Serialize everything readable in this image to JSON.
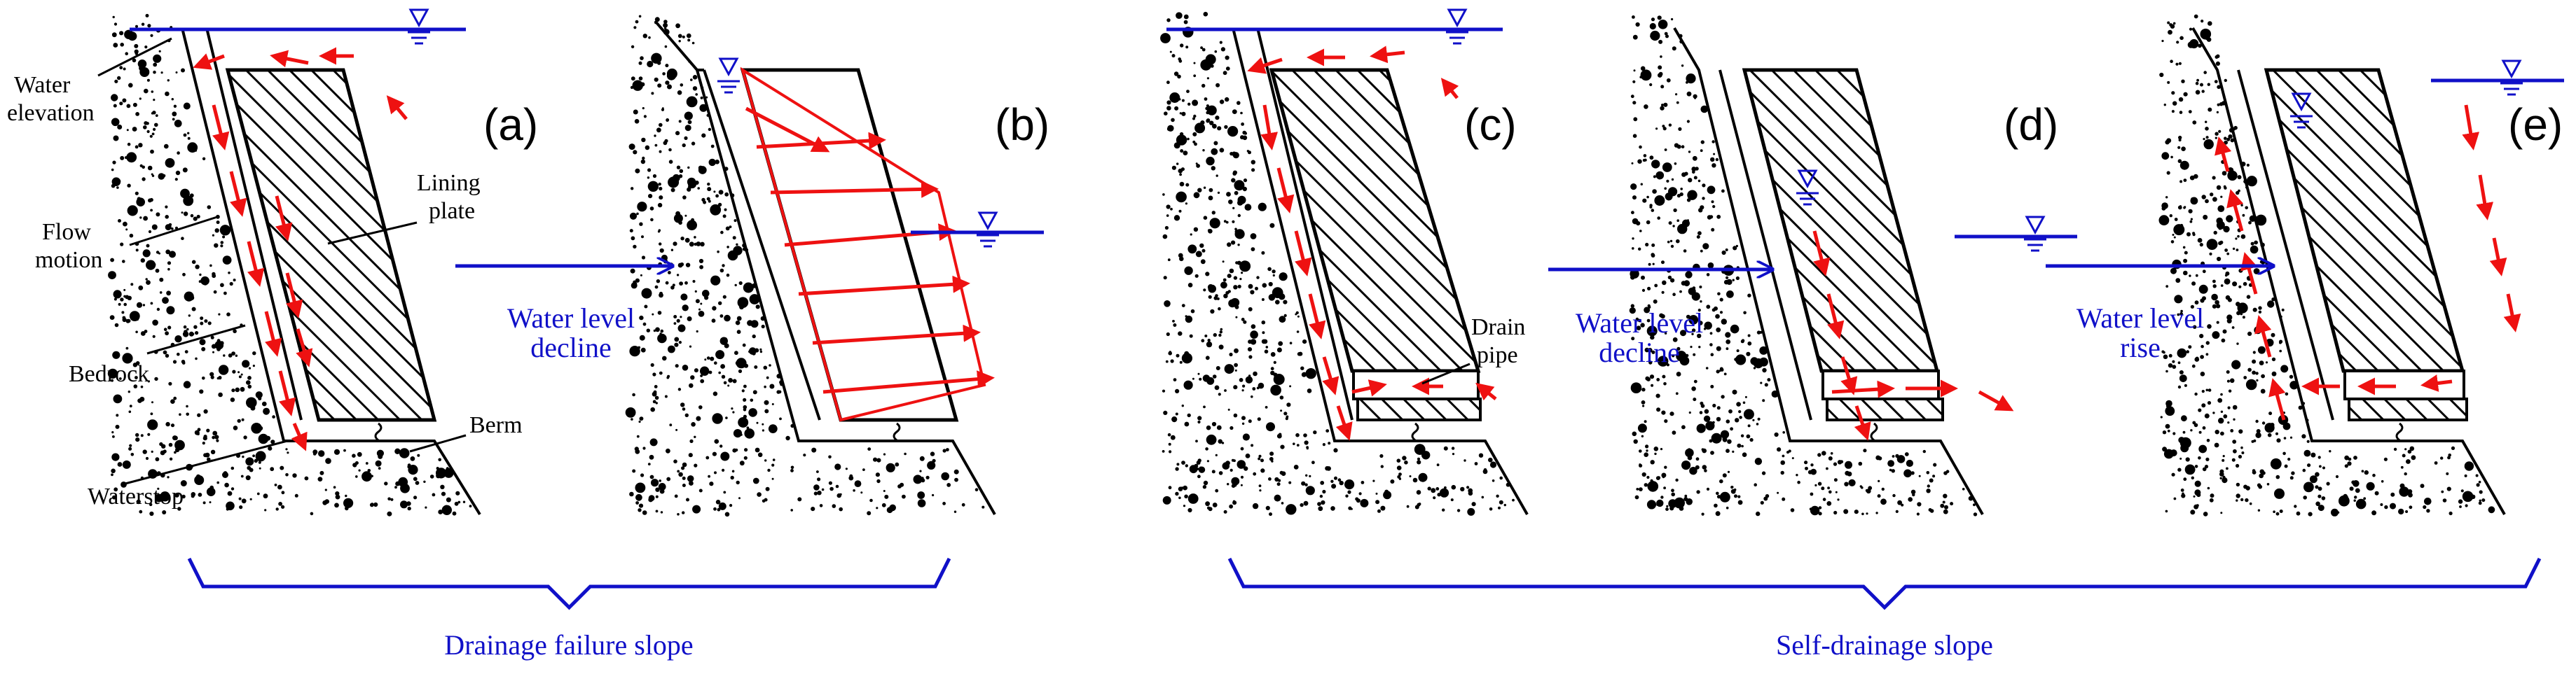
{
  "panels": [
    {
      "id": "a",
      "label": "(a)"
    },
    {
      "id": "b",
      "label": "(b)"
    },
    {
      "id": "c",
      "label": "(c)"
    },
    {
      "id": "d",
      "label": "(d)"
    },
    {
      "id": "e",
      "label": "(e)"
    }
  ],
  "annotations": {
    "water_elevation": [
      "Water",
      "elevation"
    ],
    "flow_motion": [
      "Flow",
      "motion"
    ],
    "bedrock": "Bedrock",
    "waterstop": "Waterstop",
    "lining_plate": [
      "Lining",
      "plate"
    ],
    "berm": "Berm",
    "drain_pipe": [
      "Drain",
      "pipe"
    ]
  },
  "transitions": [
    {
      "id": "ab",
      "text": [
        "Water level",
        "decline"
      ]
    },
    {
      "id": "cd",
      "text": [
        "Water level",
        "decline"
      ]
    },
    {
      "id": "de",
      "text": [
        "Water level",
        "rise"
      ]
    }
  ],
  "groups": [
    {
      "id": "failure",
      "text": "Drainage failure slope"
    },
    {
      "id": "self",
      "text": "Self-drainage slope"
    }
  ],
  "colors": {
    "water": "#1010c8",
    "flow": "#ee1111",
    "line": "#000000"
  }
}
